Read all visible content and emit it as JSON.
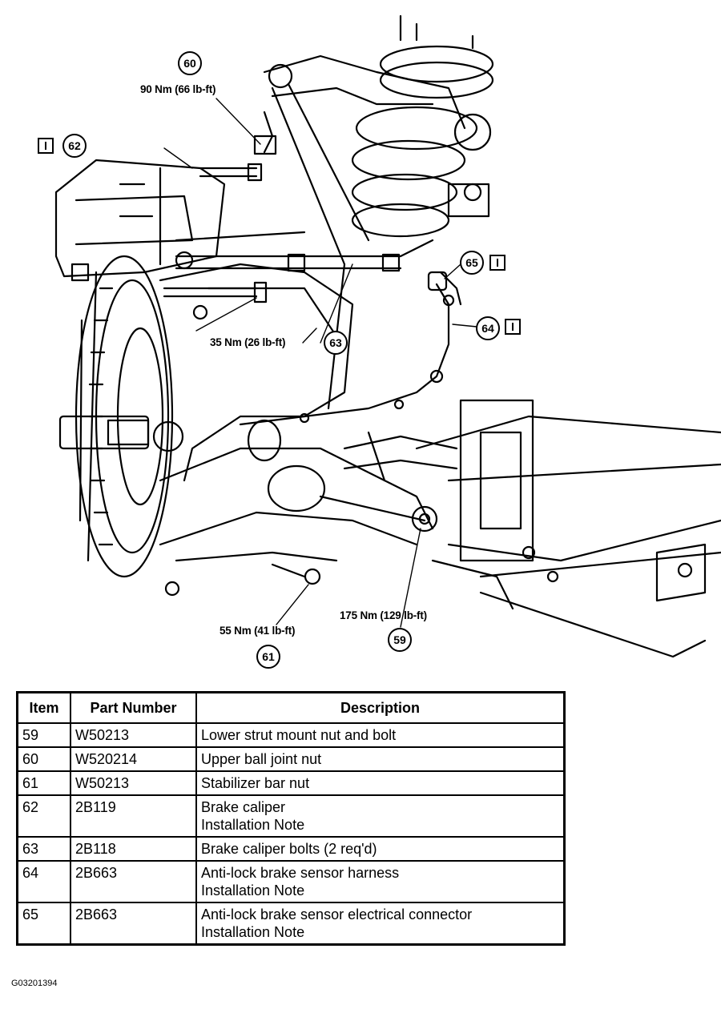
{
  "diagram": {
    "torques": {
      "t60": "90 Nm (66 lb-ft)",
      "t63": "35 Nm (26 lb-ft)",
      "t61": "55 Nm (41 lb-ft)",
      "t59": "175 Nm (129 lb-ft)"
    },
    "callouts": {
      "c60": "60",
      "c62": "62",
      "c65": "65",
      "c64": "64",
      "c63": "63",
      "c61": "61",
      "c59": "59"
    },
    "info_icon": "info-box-icon"
  },
  "table": {
    "headers": {
      "item": "Item",
      "part": "Part Number",
      "desc": "Description"
    },
    "rows": [
      {
        "item": "59",
        "part": "W50213",
        "desc": "Lower strut mount nut and bolt",
        "note": ""
      },
      {
        "item": "60",
        "part": "W520214",
        "desc": "Upper ball joint nut",
        "note": ""
      },
      {
        "item": "61",
        "part": "W50213",
        "desc": "Stabilizer bar nut",
        "note": ""
      },
      {
        "item": "62",
        "part": "2B119",
        "desc": "Brake caliper",
        "note": "Installation Note"
      },
      {
        "item": "63",
        "part": "2B118",
        "desc": "Brake caliper bolts (2 req'd)",
        "note": ""
      },
      {
        "item": "64",
        "part": "2B663",
        "desc": "Anti-lock brake sensor harness",
        "note": "Installation Note"
      },
      {
        "item": "65",
        "part": "2B663",
        "desc": "Anti-lock brake sensor electrical connector",
        "note": "Installation Note"
      }
    ]
  },
  "figure_id": "G03201394"
}
